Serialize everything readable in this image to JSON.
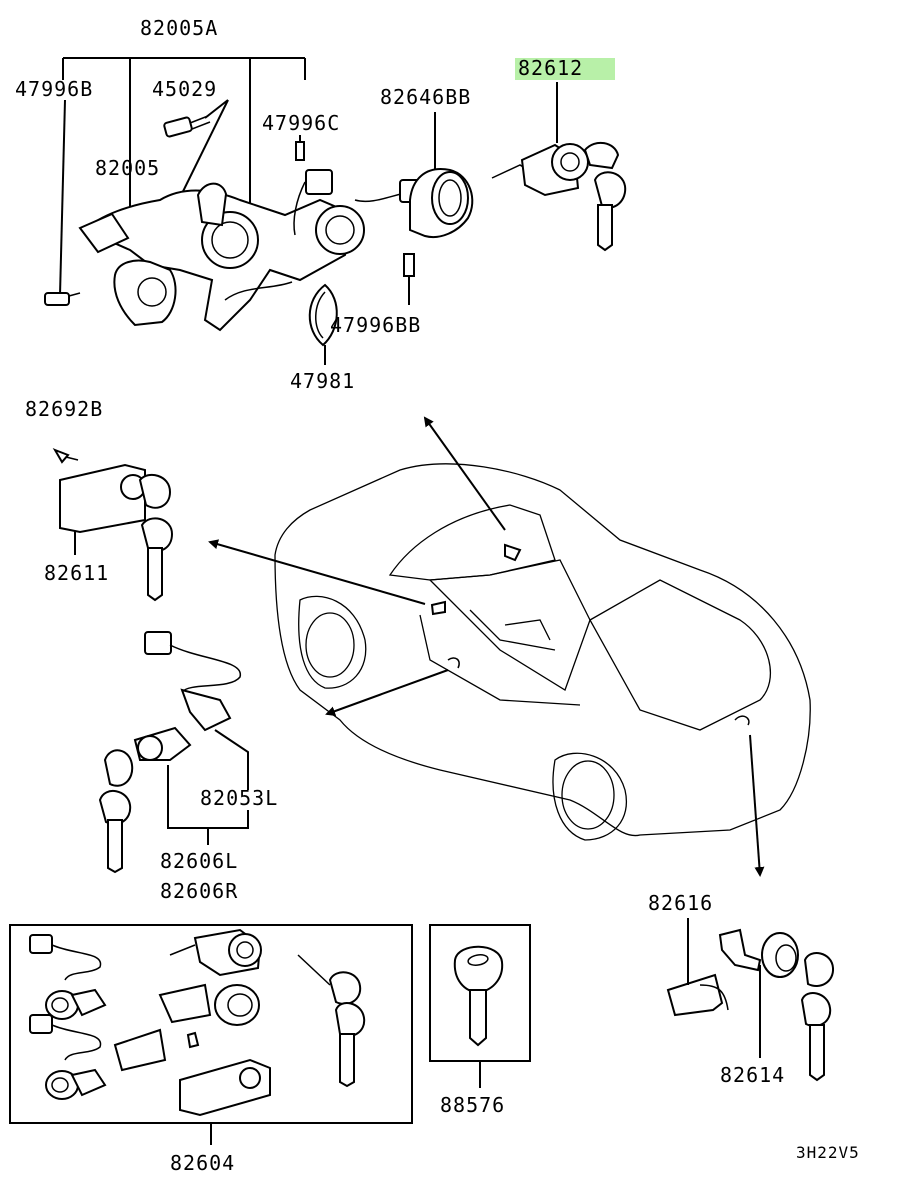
{
  "highlight_color": "#b8f0a8",
  "labels": {
    "p82005A": "82005A",
    "p47996B": "47996B",
    "p45029": "45029",
    "p82646BB": "82646BB",
    "p82612": "82612",
    "p47996C": "47996C",
    "p82005": "82005",
    "p47996BB": "47996BB",
    "p47981": "47981",
    "p82692B": "82692B",
    "p82611": "82611",
    "p82053L": "82053L",
    "p82606L": "82606L",
    "p82606R": "82606R",
    "p82616": "82616",
    "p82614": "82614",
    "p82604": "82604",
    "p88576": "88576",
    "code": "3H22V5"
  }
}
